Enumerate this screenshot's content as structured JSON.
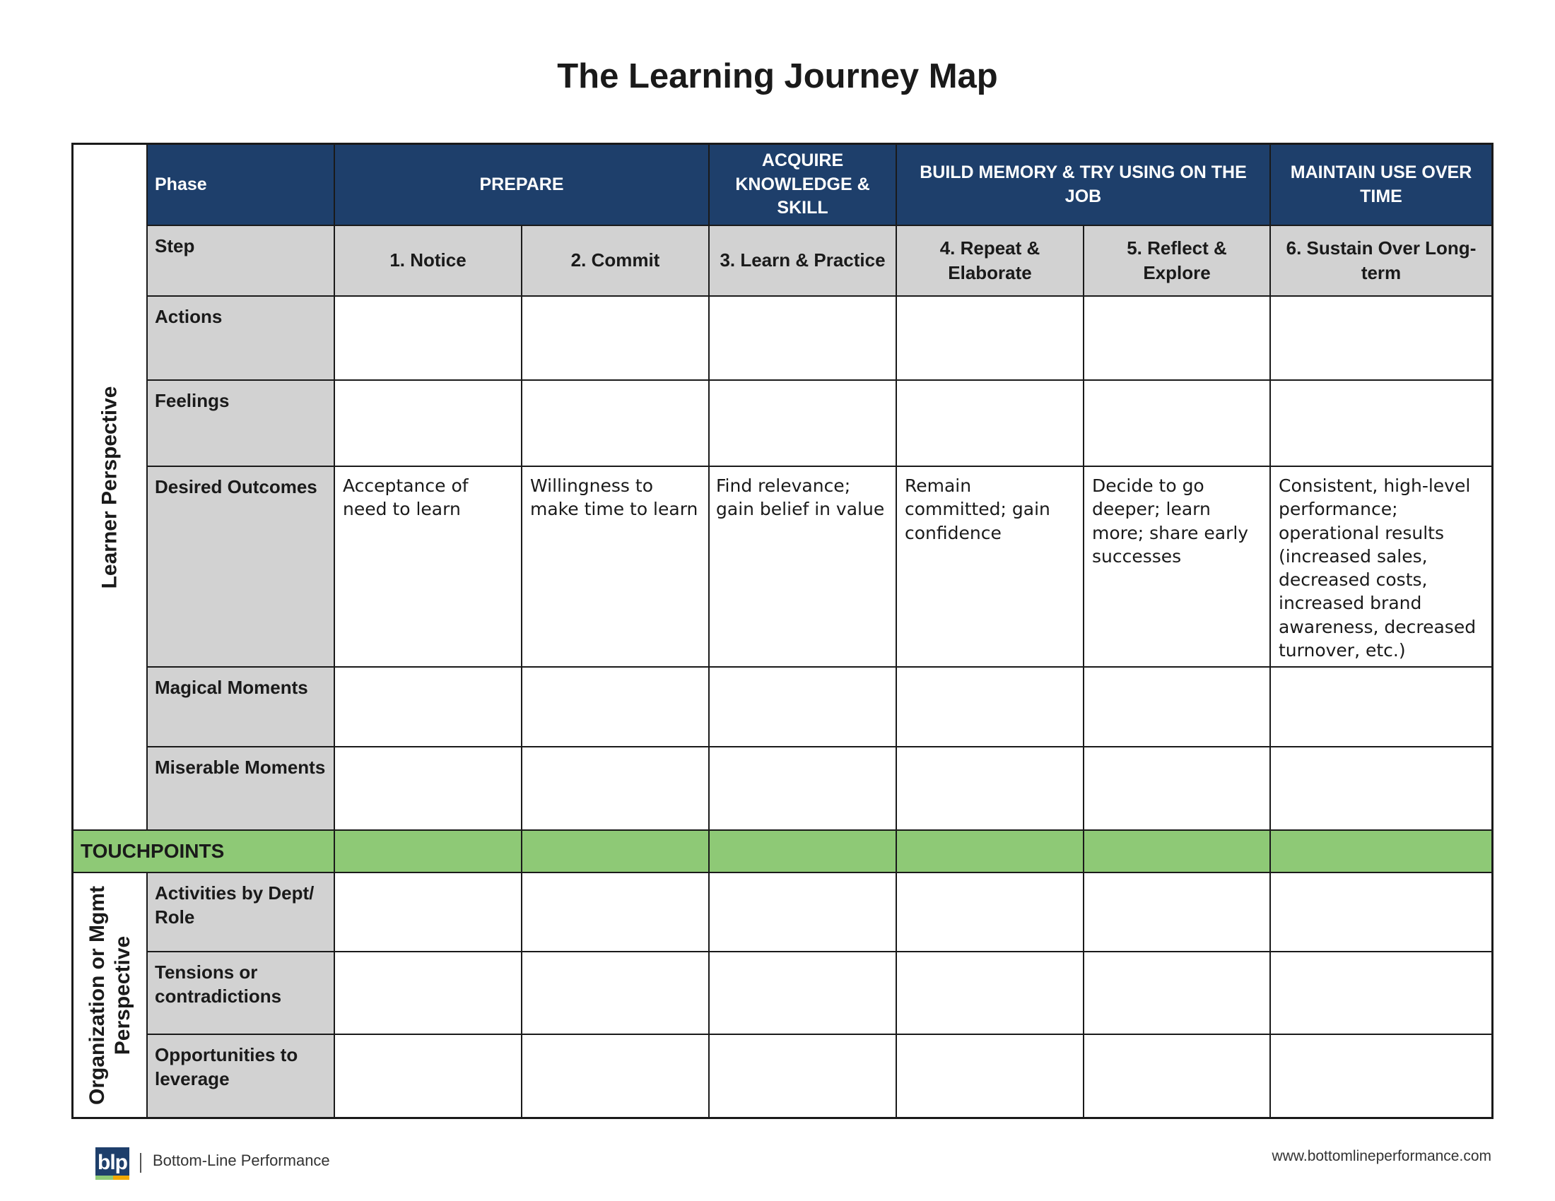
{
  "title": "The Learning Journey Map",
  "perspectives": {
    "learner": "Learner Perspective",
    "org_line1": "Organization or Mgmt",
    "org_line2": "Perspective"
  },
  "phase_label": "Phase",
  "phases": {
    "prepare": "PREPARE",
    "acquire": "ACQUIRE KNOWLEDGE & SKILL",
    "build": "BUILD MEMORY & TRY USING ON THE JOB",
    "maintain": "MAINTAIN USE OVER TIME"
  },
  "step_label": "Step",
  "steps": [
    "1. Notice",
    "2. Commit",
    "3. Learn & Practice",
    "4. Repeat & Elaborate",
    "5. Reflect & Explore",
    "6. Sustain Over Long-term"
  ],
  "learner_rows": {
    "actions": "Actions",
    "feelings": "Feelings",
    "desired_outcomes": "Desired Outcomes",
    "magical_moments": "Magical Moments",
    "miserable_moments": "Miserable Moments"
  },
  "desired_outcomes": [
    "Acceptance of need to learn",
    "Willingness to make time to learn",
    "Find relevance; gain belief in value",
    "Remain committed; gain confidence",
    "Decide to go deeper; learn more; share early successes",
    "Consistent, high-level performance; operational results (increased sales, decreased costs, increased brand awareness, decreased turnover, etc.)"
  ],
  "touchpoints": "TOUCHPOINTS",
  "org_rows": {
    "activities": "Activities by Dept/ Role",
    "tensions": "Tensions or contradictions",
    "opportunities": "Opportunities to leverage"
  },
  "footer": {
    "logo_text": "blp",
    "company": "Bottom-Line Performance",
    "website": "www.bottomlineperformance.com"
  },
  "colors": {
    "navy": "#1e3f6b",
    "grey": "#d2d2d2",
    "green": "#8ec976"
  }
}
